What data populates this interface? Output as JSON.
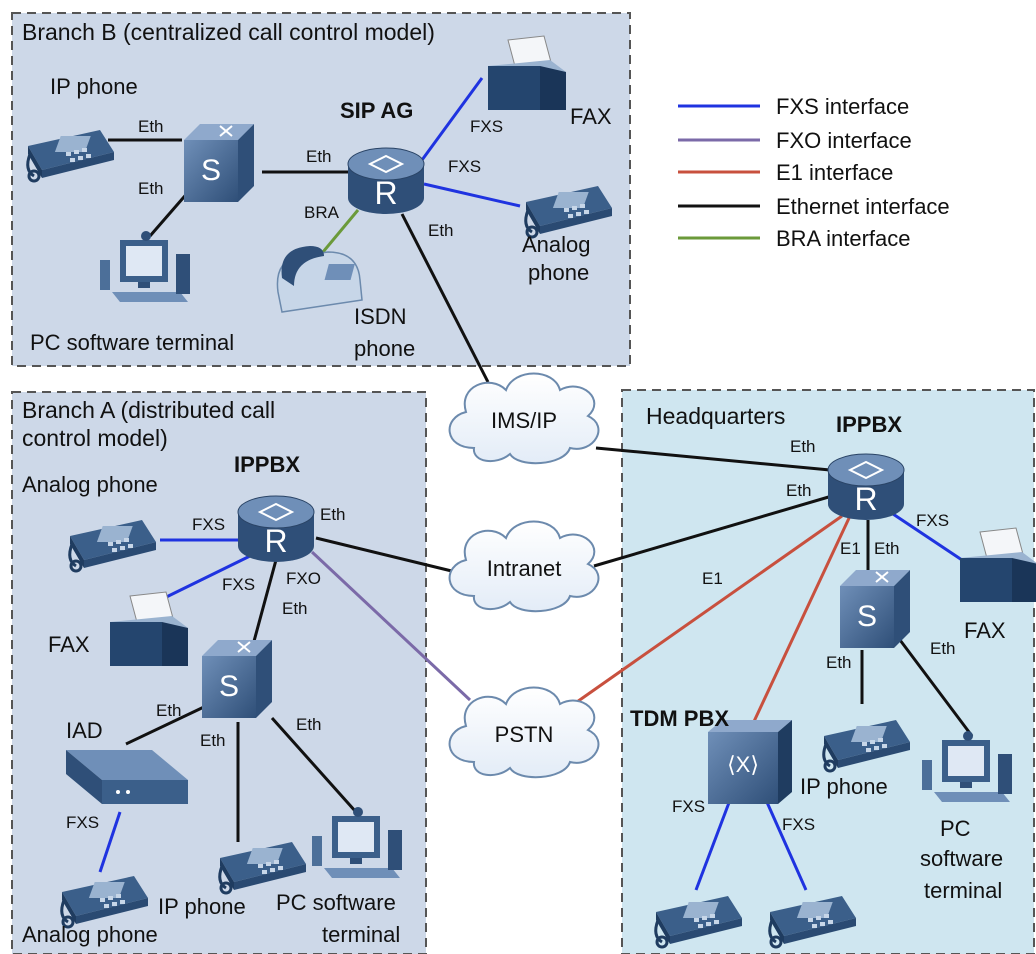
{
  "regions": {
    "branch_b": {
      "title": "Branch B (centralized call control model)"
    },
    "branch_a": {
      "title_line1": "Branch A (distributed call",
      "title_line2": "control model)"
    },
    "headquarters": {
      "title": "Headquarters"
    }
  },
  "colors": {
    "fxs": "#1f33e0",
    "fxo": "#7b6aa8",
    "e1": "#c8503e",
    "ethernet": "#111111",
    "bra": "#6b9a3a",
    "branch_fill": "#cdd8e8",
    "hq_fill": "#cfe6f0",
    "device_blue": "#3b5f8a"
  },
  "legend": [
    {
      "label": "FXS interface",
      "color_key": "fxs"
    },
    {
      "label": "FXO interface",
      "color_key": "fxo"
    },
    {
      "label": "E1 interface",
      "color_key": "e1"
    },
    {
      "label": "Ethernet interface",
      "color_key": "ethernet"
    },
    {
      "label": "BRA interface",
      "color_key": "bra"
    }
  ],
  "clouds": {
    "ims": "IMS/IP",
    "intranet": "Intranet",
    "pstn": "PSTN"
  },
  "devices": {
    "b_sipag": "SIP AG",
    "b_ipphone": "IP phone",
    "b_fax": "FAX",
    "b_analog_1": "Analog",
    "b_analog_2": "phone",
    "b_isdn_1": "ISDN",
    "b_isdn_2": "phone",
    "b_pc": "PC software terminal",
    "a_ippbx": "IPPBX",
    "a_analog_top": "Analog phone",
    "a_fax": "FAX",
    "a_iad": "IAD",
    "a_analog_bottom": "Analog phone",
    "a_ipphone": "IP phone",
    "a_pc_1": "PC software",
    "a_pc_2": "terminal",
    "h_ippbx": "IPPBX",
    "h_fax": "FAX",
    "h_tdm": "TDM PBX",
    "h_ipphone": "IP phone",
    "h_pc_1": "PC",
    "h_pc_2": "software",
    "h_pc_3": "terminal"
  },
  "switch_letter": "S",
  "router_letter": "R",
  "ports": {
    "fxs": "FXS",
    "fxo": "FXO",
    "eth": "Eth",
    "bra": "BRA",
    "e1": "E1"
  }
}
